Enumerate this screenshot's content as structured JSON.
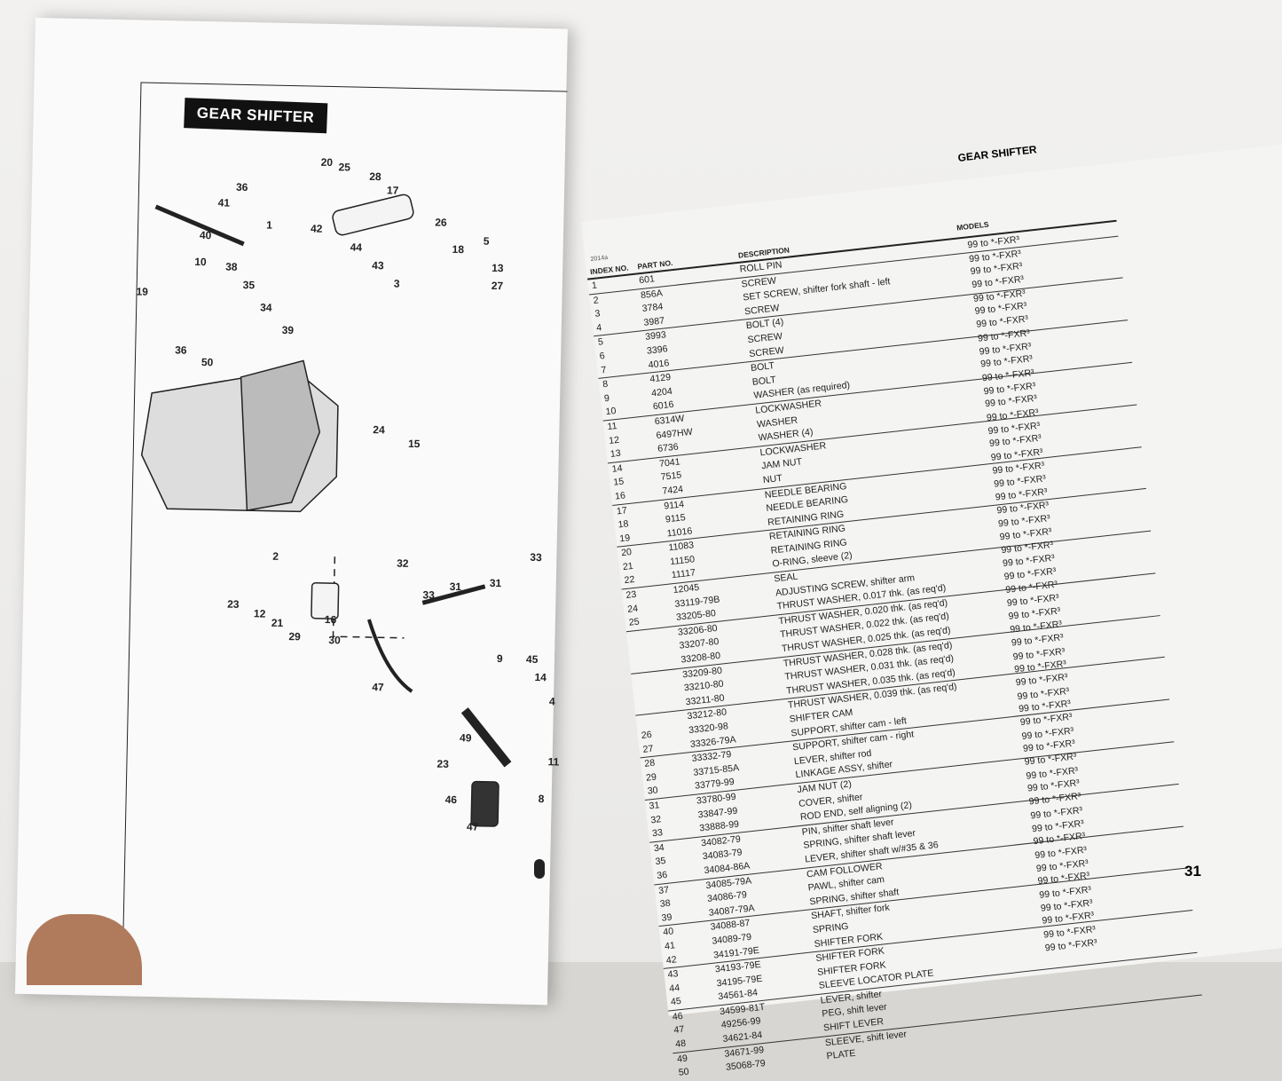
{
  "left_page": {
    "title": "GEAR SHIFTER",
    "callouts": [
      "20",
      "25",
      "28",
      "17",
      "36",
      "41",
      "1",
      "42",
      "26",
      "40",
      "18",
      "5",
      "13",
      "10",
      "38",
      "44",
      "43",
      "3",
      "27",
      "19",
      "35",
      "34",
      "39",
      "36",
      "50",
      "24",
      "15",
      "2",
      "32",
      "33",
      "23",
      "12",
      "21",
      "29",
      "16",
      "30",
      "33",
      "31",
      "31",
      "9",
      "45",
      "14",
      "4",
      "47",
      "49",
      "23",
      "46",
      "47",
      "11",
      "8"
    ]
  },
  "right_page": {
    "title": "GEAR SHIFTER",
    "code": "2014a",
    "headers": {
      "index": "INDEX NO.",
      "part": "PART NO.",
      "description": "DESCRIPTION",
      "models": "MODELS"
    },
    "page_number": "31",
    "rows": [
      {
        "idx": "1",
        "part": "601",
        "desc": "ROLL PIN",
        "model": "99 to *-FXR³"
      },
      {
        "idx": "2",
        "part": "856A",
        "desc": "SCREW",
        "model": "99 to *-FXR³"
      },
      {
        "idx": "3",
        "part": "3784",
        "desc": "SET SCREW, shifter fork shaft - left",
        "model": "99 to *-FXR³"
      },
      {
        "idx": "4",
        "part": "3987",
        "desc": "SCREW",
        "model": "99 to *-FXR³"
      },
      {
        "idx": "5",
        "part": "3993",
        "desc": "BOLT (4)",
        "model": "99 to *-FXR³"
      },
      {
        "idx": "6",
        "part": "3396",
        "desc": "SCREW",
        "model": "99 to *-FXR³"
      },
      {
        "idx": "7",
        "part": "4016",
        "desc": "SCREW",
        "model": "99 to *-FXR³"
      },
      {
        "idx": "8",
        "part": "4129",
        "desc": "BOLT",
        "model": "99 to *-FXR³"
      },
      {
        "idx": "9",
        "part": "4204",
        "desc": "BOLT",
        "model": "99 to *-FXR³"
      },
      {
        "idx": "10",
        "part": "6016",
        "desc": "WASHER (as required)",
        "model": "99 to *-FXR³"
      },
      {
        "idx": "11",
        "part": "6314W",
        "desc": "LOCKWASHER",
        "model": "99 to *-FXR³"
      },
      {
        "idx": "12",
        "part": "6497HW",
        "desc": "WASHER",
        "model": "99 to *-FXR³"
      },
      {
        "idx": "13",
        "part": "6736",
        "desc": "WASHER (4)",
        "model": "99 to *-FXR³"
      },
      {
        "idx": "14",
        "part": "7041",
        "desc": "LOCKWASHER",
        "model": "99 to *-FXR³"
      },
      {
        "idx": "15",
        "part": "7515",
        "desc": "JAM NUT",
        "model": "99 to *-FXR³"
      },
      {
        "idx": "16",
        "part": "7424",
        "desc": "NUT",
        "model": "99 to *-FXR³"
      },
      {
        "idx": "17",
        "part": "9114",
        "desc": "NEEDLE BEARING",
        "model": "99 to *-FXR³"
      },
      {
        "idx": "18",
        "part": "9115",
        "desc": "NEEDLE BEARING",
        "model": "99 to *-FXR³"
      },
      {
        "idx": "19",
        "part": "11016",
        "desc": "RETAINING RING",
        "model": "99 to *-FXR³"
      },
      {
        "idx": "20",
        "part": "11083",
        "desc": "RETAINING RING",
        "model": "99 to *-FXR³"
      },
      {
        "idx": "21",
        "part": "11150",
        "desc": "RETAINING RING",
        "model": "99 to *-FXR³"
      },
      {
        "idx": "22",
        "part": "11117",
        "desc": "O-RING, sleeve (2)",
        "model": "99 to *-FXR³"
      },
      {
        "idx": "23",
        "part": "12045",
        "desc": "SEAL",
        "model": "99 to *-FXR³"
      },
      {
        "idx": "24",
        "part": "33119-79B",
        "desc": "ADJUSTING SCREW, shifter arm",
        "model": "99 to *-FXR³"
      },
      {
        "idx": "25",
        "part": "33205-80",
        "desc": "THRUST WASHER, 0.017 thk. (as req'd)",
        "model": "99 to *-FXR³"
      },
      {
        "idx": "",
        "part": "33206-80",
        "desc": "THRUST WASHER, 0.020 thk. (as req'd)",
        "model": "99 to *-FXR³"
      },
      {
        "idx": "",
        "part": "33207-80",
        "desc": "THRUST WASHER, 0.022 thk. (as req'd)",
        "model": "99 to *-FXR³"
      },
      {
        "idx": "",
        "part": "33208-80",
        "desc": "THRUST WASHER, 0.025 thk. (as req'd)",
        "model": "99 to *-FXR³"
      },
      {
        "idx": "",
        "part": "33209-80",
        "desc": "THRUST WASHER, 0.028 thk. (as req'd)",
        "model": "99 to *-FXR³"
      },
      {
        "idx": "",
        "part": "33210-80",
        "desc": "THRUST WASHER, 0.031 thk. (as req'd)",
        "model": "99 to *-FXR³"
      },
      {
        "idx": "",
        "part": "33211-80",
        "desc": "THRUST WASHER, 0.035 thk. (as req'd)",
        "model": "99 to *-FXR³"
      },
      {
        "idx": "",
        "part": "33212-80",
        "desc": "THRUST WASHER, 0.039 thk. (as req'd)",
        "model": "99 to *-FXR³"
      },
      {
        "idx": "26",
        "part": "33320-98",
        "desc": "SHIFTER CAM",
        "model": "99 to *-FXR³"
      },
      {
        "idx": "27",
        "part": "33326-79A",
        "desc": "SUPPORT, shifter cam - left",
        "model": "99 to *-FXR³"
      },
      {
        "idx": "28",
        "part": "33332-79",
        "desc": "SUPPORT, shifter cam - right",
        "model": "99 to *-FXR³"
      },
      {
        "idx": "29",
        "part": "33715-85A",
        "desc": "LEVER, shifter rod",
        "model": "99 to *-FXR³"
      },
      {
        "idx": "30",
        "part": "33779-99",
        "desc": "LINKAGE ASSY, shifter",
        "model": "99 to *-FXR³"
      },
      {
        "idx": "31",
        "part": "33780-99",
        "desc": "JAM NUT (2)",
        "model": "99 to *-FXR³"
      },
      {
        "idx": "32",
        "part": "33847-99",
        "desc": "COVER, shifter",
        "model": "99 to *-FXR³"
      },
      {
        "idx": "33",
        "part": "33888-99",
        "desc": "ROD END, self aligning (2)",
        "model": "99 to *-FXR³"
      },
      {
        "idx": "34",
        "part": "34082-79",
        "desc": "PIN, shifter shaft lever",
        "model": "99 to *-FXR³"
      },
      {
        "idx": "35",
        "part": "34083-79",
        "desc": "SPRING, shifter shaft lever",
        "model": "99 to *-FXR³"
      },
      {
        "idx": "36",
        "part": "34084-86A",
        "desc": "LEVER, shifter shaft w/#35 & 36",
        "model": "99 to *-FXR³"
      },
      {
        "idx": "37",
        "part": "34085-79A",
        "desc": "CAM FOLLOWER",
        "model": "99 to *-FXR³"
      },
      {
        "idx": "38",
        "part": "34086-79",
        "desc": "PAWL, shifter cam",
        "model": "99 to *-FXR³"
      },
      {
        "idx": "39",
        "part": "34087-79A",
        "desc": "SPRING, shifter shaft",
        "model": "99 to *-FXR³"
      },
      {
        "idx": "40",
        "part": "34088-87",
        "desc": "SHAFT, shifter fork",
        "model": "99 to *-FXR³"
      },
      {
        "idx": "41",
        "part": "34089-79",
        "desc": "SPRING",
        "model": "99 to *-FXR³"
      },
      {
        "idx": "42",
        "part": "34191-79E",
        "desc": "SHIFTER FORK",
        "model": "99 to *-FXR³"
      },
      {
        "idx": "43",
        "part": "34193-79E",
        "desc": "SHIFTER FORK",
        "model": "99 to *-FXR³"
      },
      {
        "idx": "44",
        "part": "34195-79E",
        "desc": "SHIFTER FORK",
        "model": "99 to *-FXR³"
      },
      {
        "idx": "45",
        "part": "34561-84",
        "desc": "SLEEVE LOCATOR PLATE",
        "model": "99 to *-FXR³"
      },
      {
        "idx": "46",
        "part": "34599-81T",
        "desc": "LEVER, shifter",
        "model": "99 to *-FXR³"
      },
      {
        "idx": "47",
        "part": "49256-99",
        "desc": "PEG, shift lever",
        "model": "99 to *-FXR³"
      },
      {
        "idx": "48",
        "part": "34621-84",
        "desc": "SHIFT LEVER",
        "model": ""
      },
      {
        "idx": "49",
        "part": "34671-99",
        "desc": "SLEEVE, shift lever",
        "model": ""
      },
      {
        "idx": "50",
        "part": "35068-79",
        "desc": "PLATE",
        "model": ""
      }
    ]
  }
}
